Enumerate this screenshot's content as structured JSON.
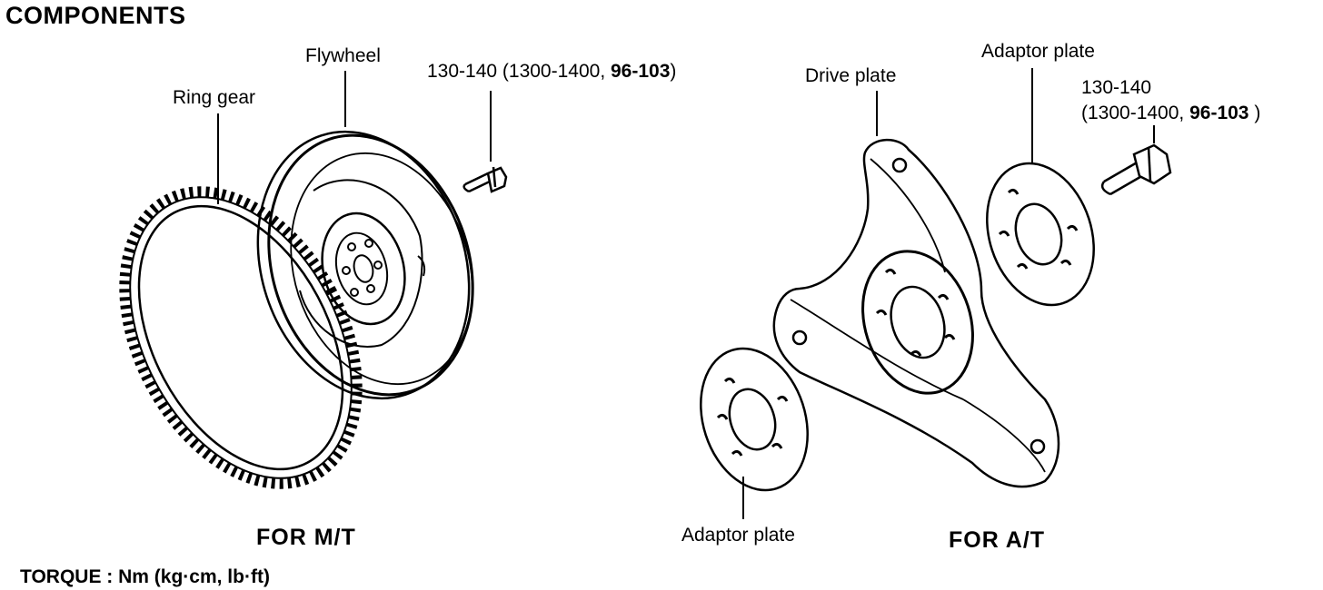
{
  "page_title": "COMPONENTS",
  "mt": {
    "caption": "FOR  M/T",
    "labels": {
      "ring_gear": "Ring gear",
      "flywheel": "Flywheel"
    },
    "bolt_torque": {
      "prefix": "130-140 (1300-1400, ",
      "bold": "96-103",
      "suffix": ")"
    }
  },
  "at": {
    "caption": "FOR A/T",
    "labels": {
      "drive_plate": "Drive plate",
      "adaptor_plate_top": "Adaptor plate",
      "adaptor_plate_bottom": "Adaptor plate"
    },
    "bolt_torque": {
      "line1": "130-140",
      "line2_prefix": "(1300-1400, ",
      "line2_bold": "96-103",
      "line2_suffix": " )"
    }
  },
  "torque_units": "TORQUE : Nm (kg·cm, lb·ft)"
}
